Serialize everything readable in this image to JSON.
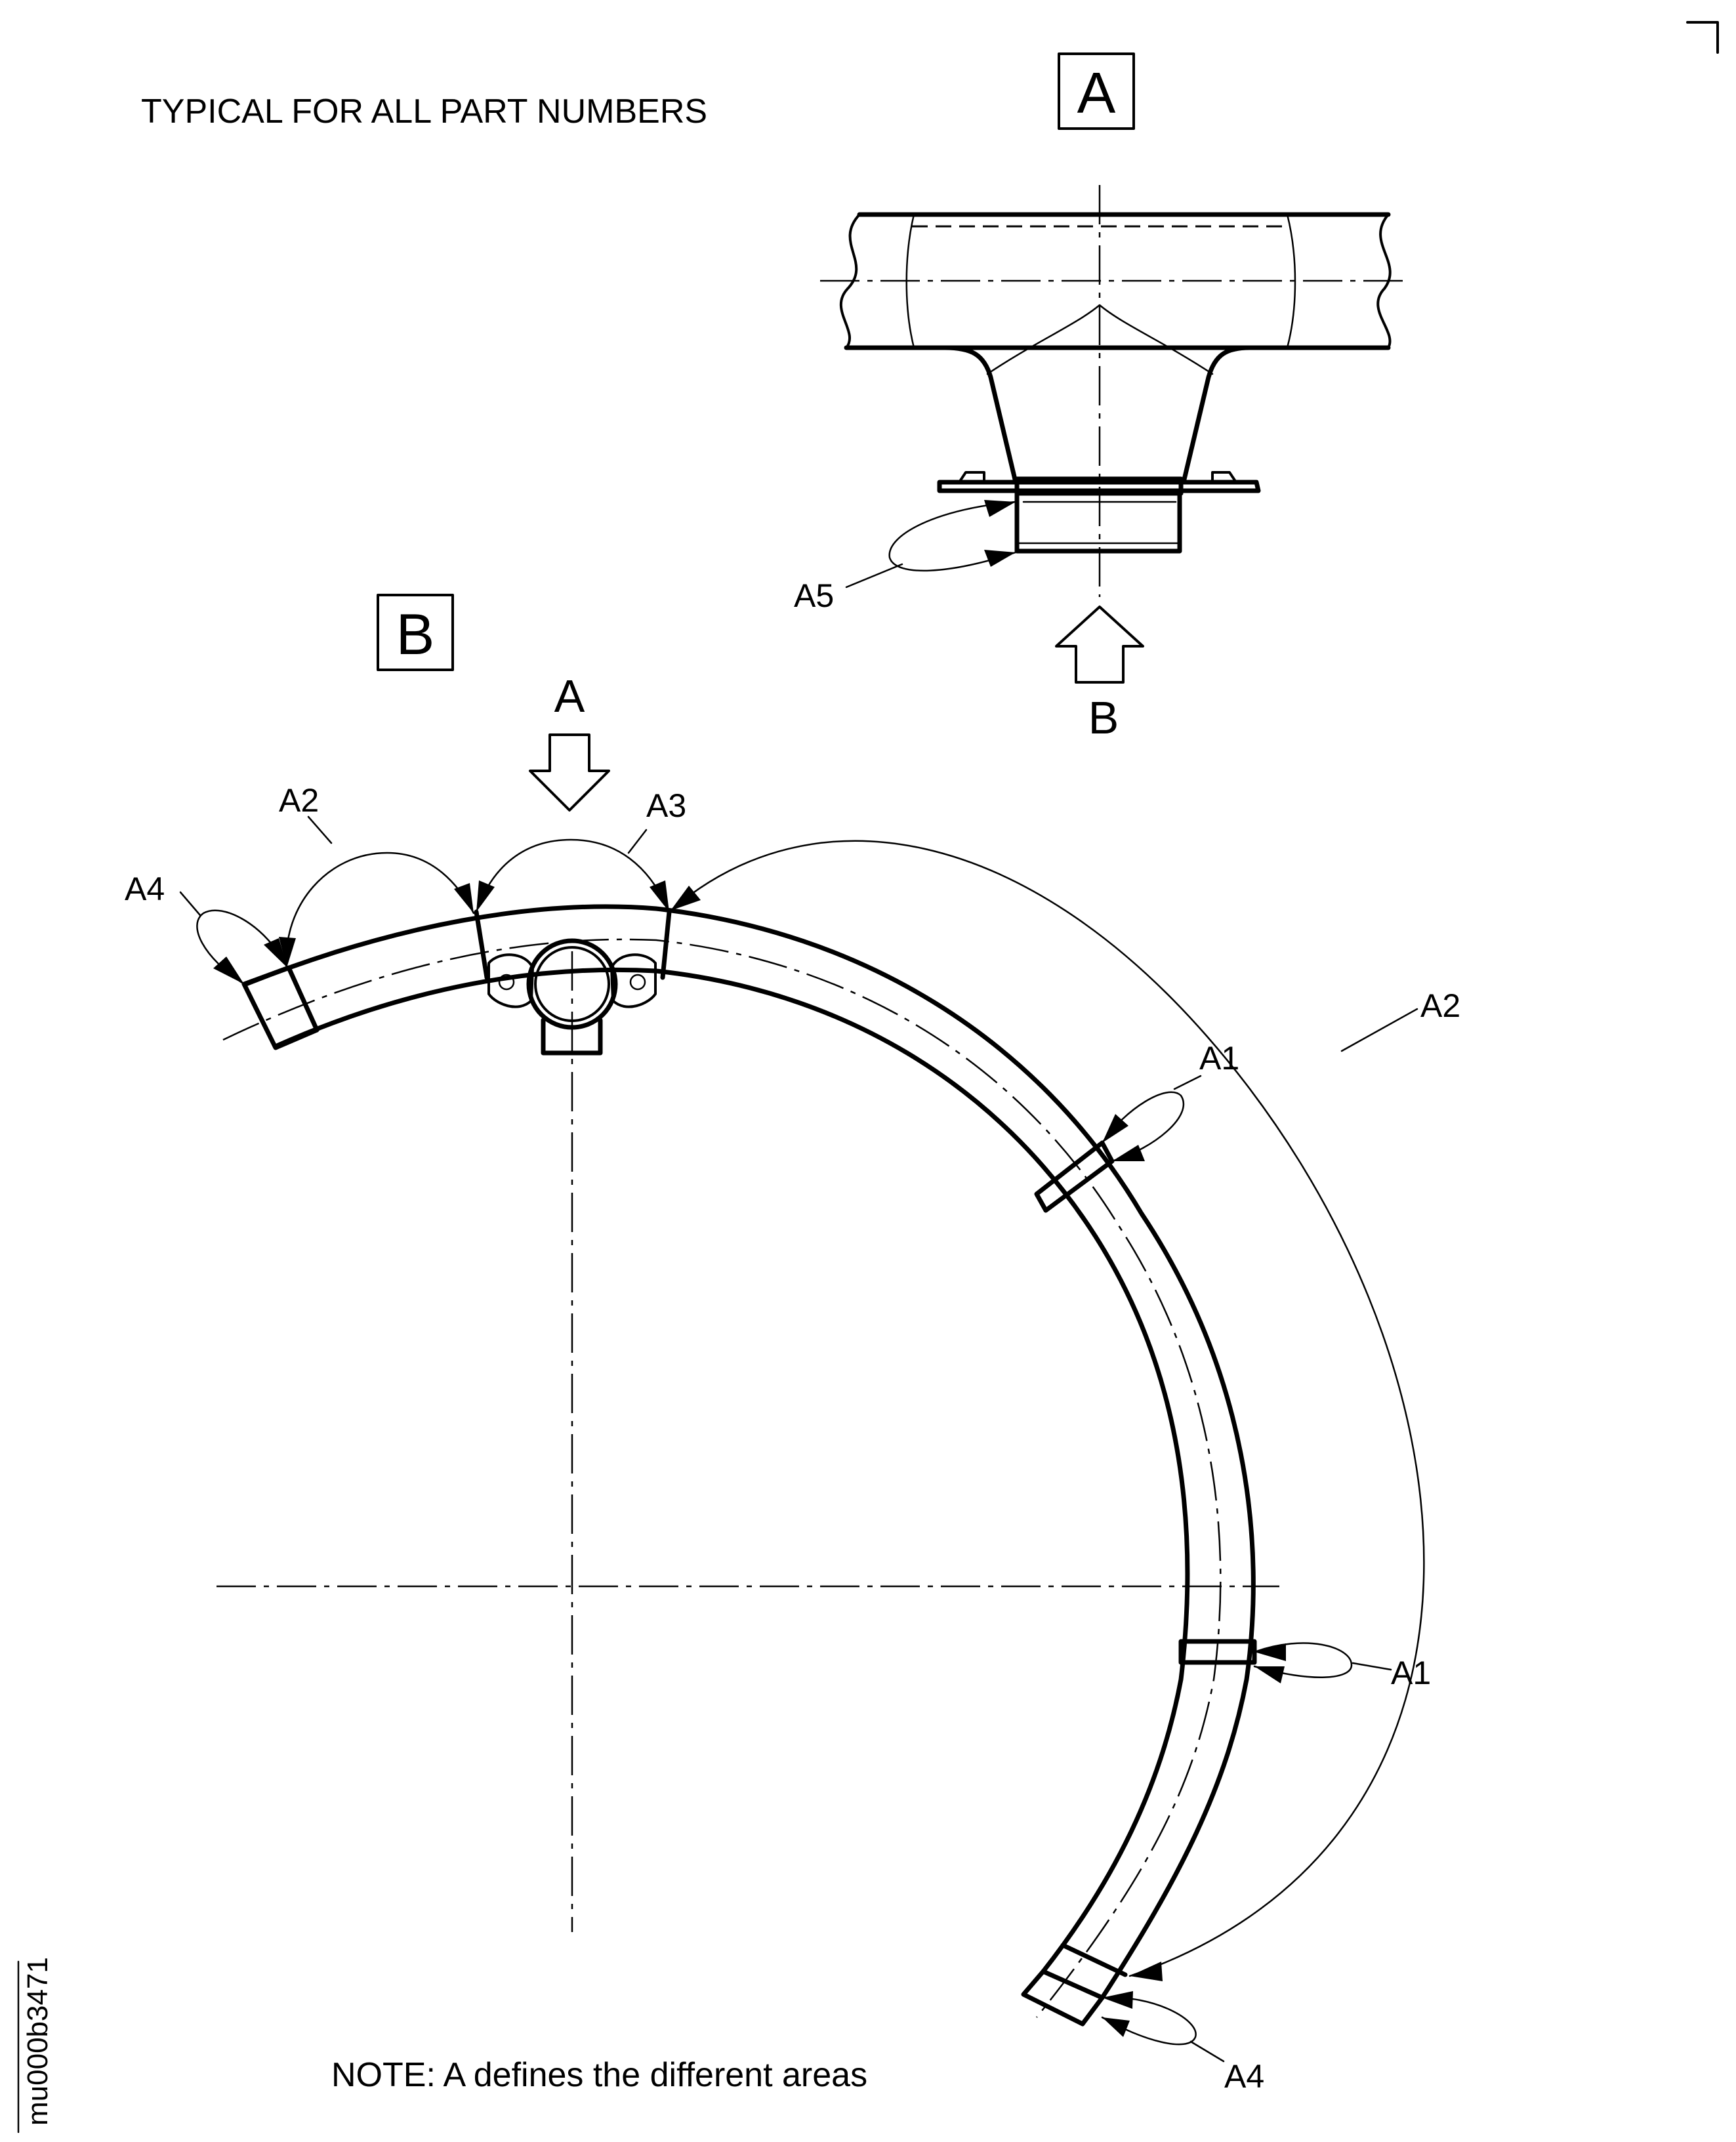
{
  "header": {
    "note_typical": "TYPICAL FOR ALL PART NUMBERS"
  },
  "views": {
    "view_a": {
      "label": "A",
      "arrow_label": "B"
    },
    "view_b": {
      "label": "B",
      "arrow_label": "A"
    }
  },
  "areas": {
    "a1_upper": "A1",
    "a1_lower": "A1",
    "a2_left": "A2",
    "a2_right": "A2",
    "a3": "A3",
    "a4_left": "A4",
    "a4_bottom": "A4",
    "a5": "A5"
  },
  "footer": {
    "note": "NOTE: A defines the different areas",
    "drawing_id": "mu000b3471"
  }
}
